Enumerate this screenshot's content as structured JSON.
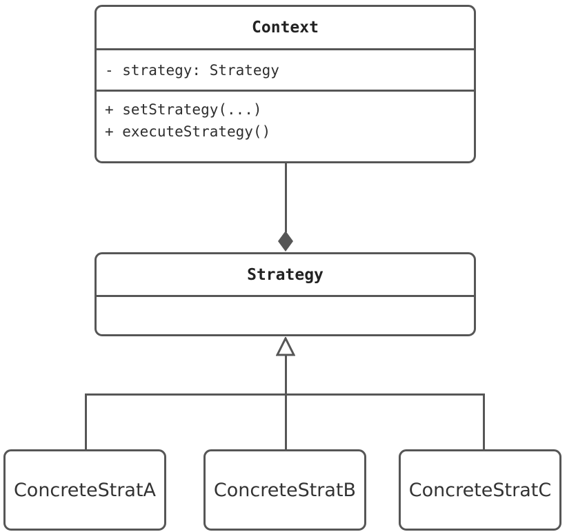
{
  "diagram": {
    "kind": "uml-class-diagram",
    "pattern_name": "Strategy",
    "colors": {
      "background": "#ffffff",
      "stroke": "#565656",
      "title_text": "#222222",
      "member_text": "#2e2e2e",
      "leaf_text": "#333333"
    },
    "classes": {
      "context": {
        "name": "Context",
        "attributes": [
          "- strategy: Strategy"
        ],
        "operations": [
          "+ setStrategy(...)",
          "+ executeStrategy()"
        ]
      },
      "strategy": {
        "name": "Strategy",
        "attributes": [],
        "operations": []
      },
      "concrete": [
        {
          "name": "ConcreteStratA"
        },
        {
          "name": "ConcreteStratB"
        },
        {
          "name": "ConcreteStratC"
        }
      ]
    },
    "relationships": [
      {
        "id": "context-to-strategy",
        "type": "composition",
        "marker": "filled-diamond",
        "source": "Context",
        "target": "Strategy"
      },
      {
        "id": "concrete-to-strategy",
        "type": "generalization",
        "marker": "hollow-triangle",
        "source": "ConcreteStratA, ConcreteStratB, ConcreteStratC",
        "target": "Strategy"
      }
    ]
  }
}
